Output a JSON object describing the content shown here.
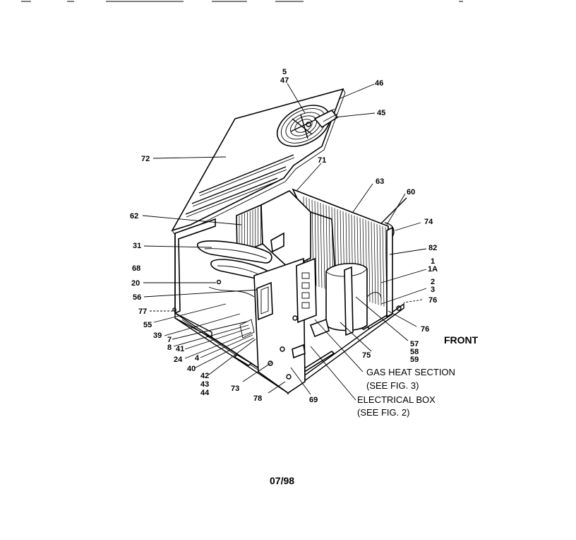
{
  "callouts": {
    "c5": "5",
    "c47": "47",
    "c46": "46",
    "c45": "45",
    "c72": "72",
    "c71": "71",
    "c63": "63",
    "c60": "60",
    "c74": "74",
    "c62": "62",
    "c31": "31",
    "c82": "82",
    "c68": "68",
    "c1": "1",
    "c1A": "1A",
    "c20": "20",
    "c2": "2",
    "c3": "3",
    "c56": "56",
    "c76a": "76",
    "c77": "77",
    "c76b": "76",
    "c55": "55",
    "c39": "39",
    "c7": "7",
    "c8": "8",
    "c41": "41",
    "c24": "24",
    "c4": "4",
    "c40": "40",
    "c42": "42",
    "c43": "43",
    "c44": "44",
    "c73": "73",
    "c78": "78",
    "c69": "69",
    "c75": "75",
    "c57": "57",
    "c58": "58",
    "c59": "59"
  },
  "notes": {
    "gas_heat_1": "GAS HEAT SECTION",
    "gas_heat_2": "(SEE FIG. 3)",
    "elec_box_1": "ELECTRICAL BOX",
    "elec_box_2": "(SEE FIG. 2)"
  },
  "front_label": "FRONT",
  "date_code": "07/98"
}
